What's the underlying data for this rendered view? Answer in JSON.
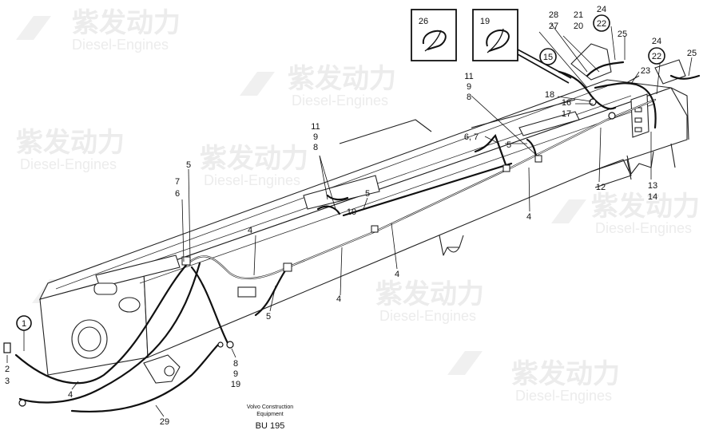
{
  "watermark": {
    "brand_cn": "紫发动力",
    "brand_en": "Diesel-Engines"
  },
  "insets": [
    {
      "part": "26"
    },
    {
      "part": "19"
    }
  ],
  "callouts": {
    "c28": "28",
    "c27": "27",
    "c21": "21",
    "c20": "20",
    "c24a": "24",
    "c22a": "22",
    "c25a": "25",
    "c24b": "24",
    "c22b": "22",
    "c25b": "25",
    "c15": "15",
    "c23": "23",
    "c18": "18",
    "c16": "16",
    "c17": "17",
    "c11a": "11",
    "c9a": "9",
    "c8a": "8",
    "c11b": "11",
    "c9b": "9",
    "c8b": "8",
    "c6_7": "6, 7",
    "c5a": "5",
    "c5b": "5",
    "c5c": "5",
    "c5d": "5",
    "c7": "7",
    "c6": "6",
    "c10": "10",
    "c4a": "4",
    "c4b": "4",
    "c4c": "4",
    "c4d": "4",
    "c4e": "4",
    "c12": "12",
    "c13": "13",
    "c14": "14",
    "c1": "1",
    "c2": "2",
    "c3": "3",
    "c8c": "8",
    "c9c": "9",
    "c19c": "19",
    "c29": "29"
  },
  "footer": {
    "line1": "Volvo Construction",
    "line2": "Equipment",
    "code": "BU 195"
  }
}
